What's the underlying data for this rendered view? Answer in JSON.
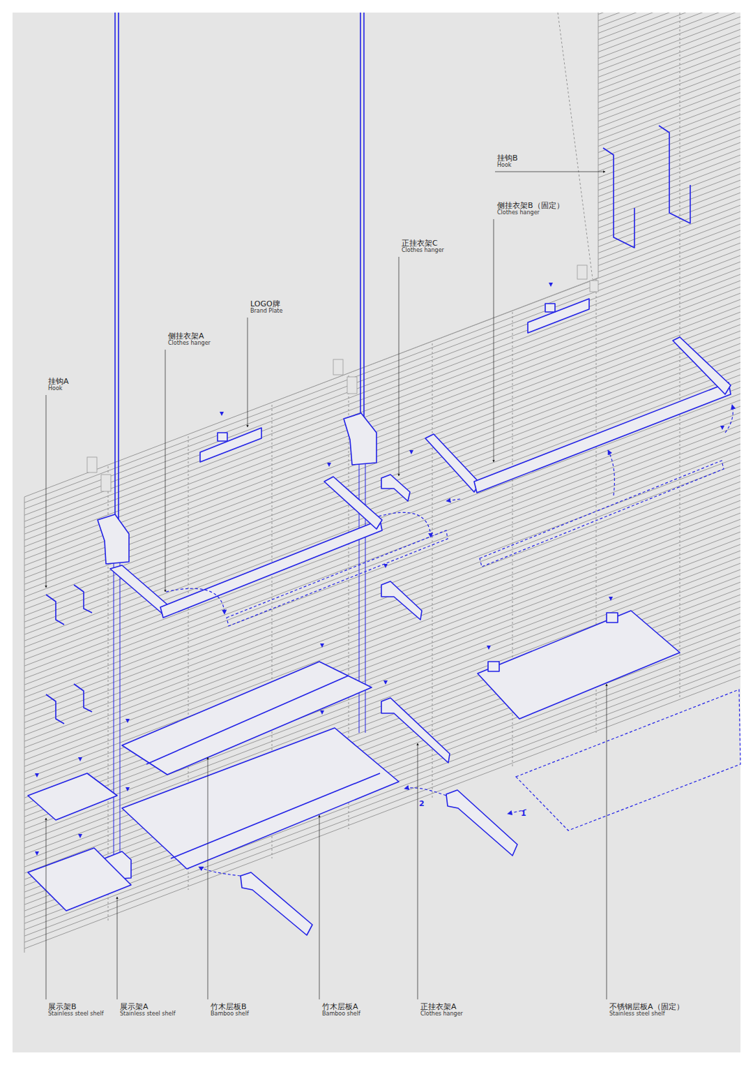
{
  "diagram": {
    "labels": [
      "挂钩B",
      "Hook",
      "侧挂衣架B（固定）",
      "Clothes hanger",
      "正挂衣架C",
      "Clothes hanger",
      "LOGO牌",
      "Brand Plate",
      "侧挂衣架A",
      "Clothes hanger",
      "挂钩A",
      "Hook",
      "展示架B",
      "Stainless steel shelf",
      "展示架A",
      "Stainless steel shelf",
      "竹木层板B",
      "Bamboo shelf",
      "竹木层板A",
      "Bamboo shelf",
      "正挂衣架A",
      "Clothes hanger",
      "不锈钢层板A（固定）",
      "Stainless steel shelf",
      "2",
      "1"
    ]
  }
}
